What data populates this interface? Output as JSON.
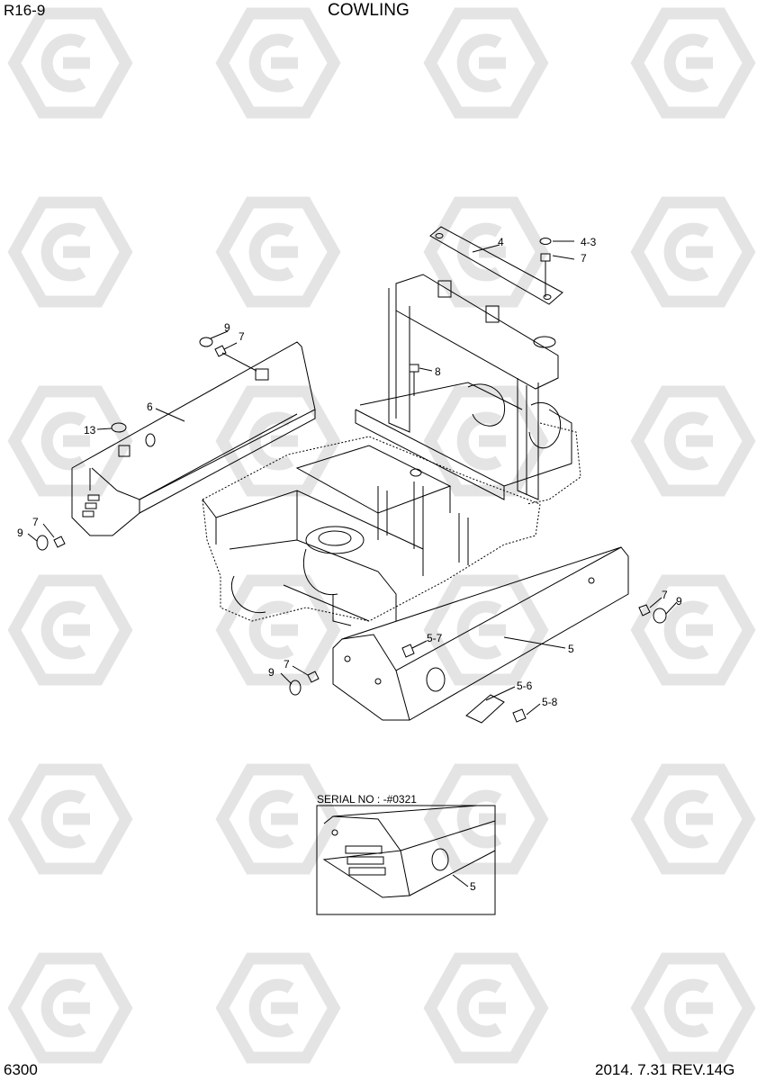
{
  "header": {
    "page_ref": "R16-9",
    "title": "COWLING"
  },
  "footer": {
    "model": "6300",
    "date_revision": "2014. 7.31  REV.14G"
  },
  "inset": {
    "caption": "SERIAL NO : -#0321",
    "callout": "5"
  },
  "callouts": [
    "4",
    "4-3",
    "7",
    "8",
    "9",
    "7",
    "6",
    "13",
    "7",
    "9",
    "7",
    "9",
    "5",
    "5-7",
    "7",
    "9",
    "5-6",
    "5-8"
  ],
  "watermark_icon": "hyundai-hexagon-logo"
}
